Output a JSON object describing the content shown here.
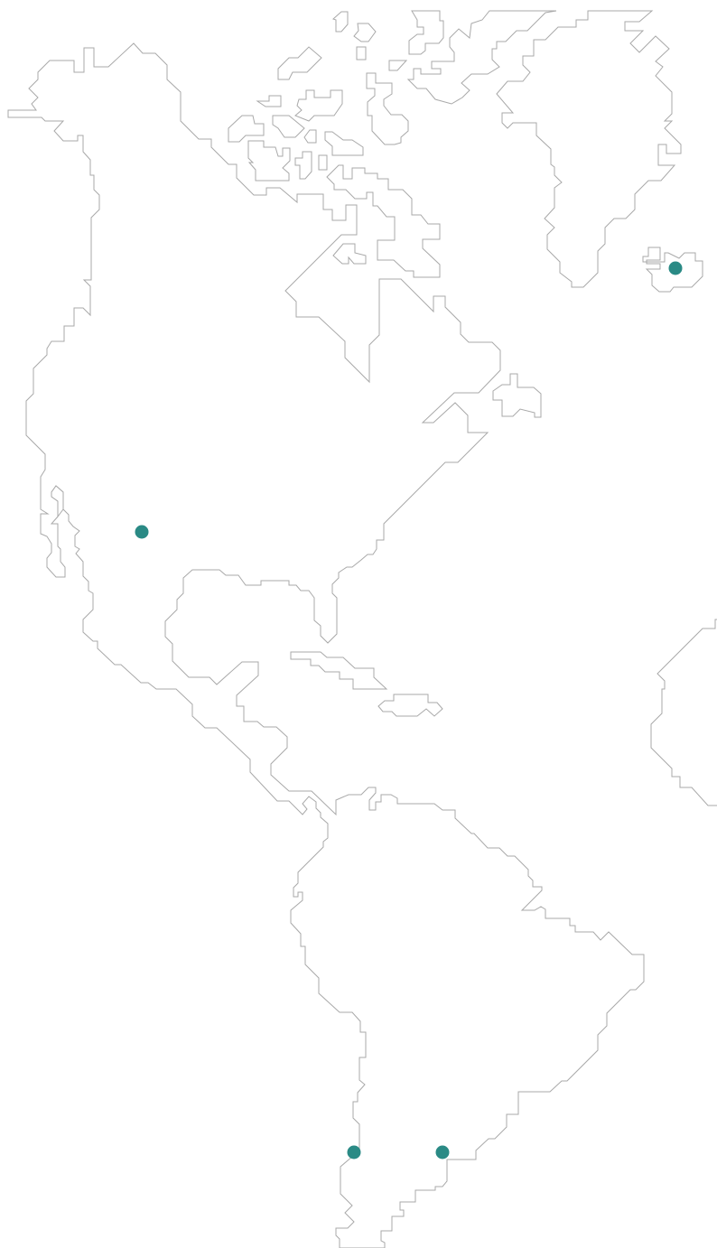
{
  "map": {
    "land_stroke_color": "#a9a9a9",
    "background_color": "#ffffff",
    "marker_color": "#2a8a85",
    "markers": [
      {
        "id": "iceland"
      },
      {
        "id": "western-usa"
      },
      {
        "id": "chile"
      },
      {
        "id": "argentina"
      }
    ]
  }
}
